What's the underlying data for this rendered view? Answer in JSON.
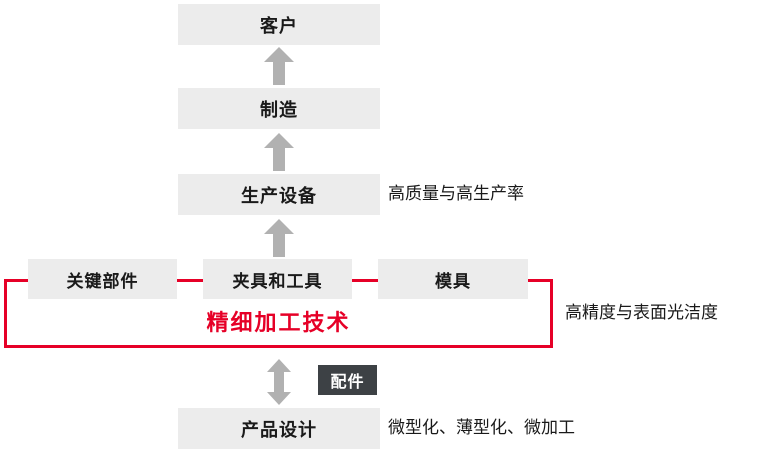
{
  "colors": {
    "accent_red": "#e60027",
    "box_gray": "#ececec",
    "arrow_gray": "#b1b1b1",
    "badge_dark": "#3d4145",
    "text_dark": "#1a1a1a"
  },
  "flow": {
    "customer": "客户",
    "manufacturing": "制造",
    "production_equipment": "生产设备",
    "key_components": "关键部件",
    "jigs_and_tools": "夹具和工具",
    "molds": "模具",
    "fine_machining_technology": "精细加工技术",
    "accessories": "配件",
    "product_design": "产品设计"
  },
  "annotations": {
    "production_equipment_note": "高质量与高生产率",
    "fine_machining_note": "高精度与表面光洁度",
    "product_design_note": "微型化、薄型化、微加工"
  }
}
